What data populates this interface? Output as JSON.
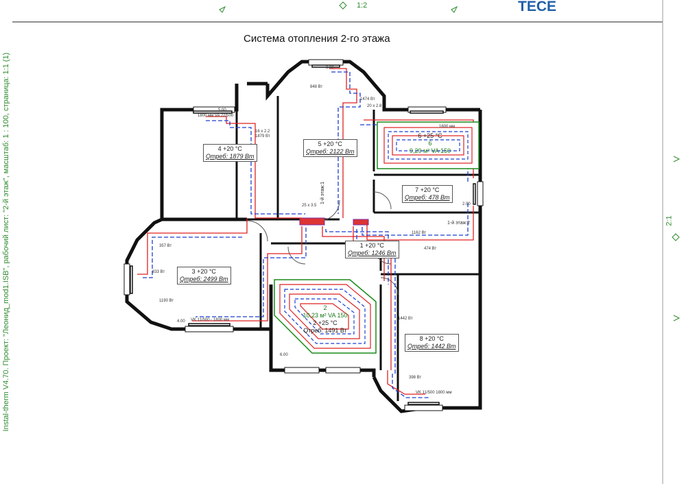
{
  "sidebar_text": "Instal-therm V4.70. Проект: \"Леонид_mod1.ISB\", рабочий лист: \"2-й этаж\", масштаб: 1 : 100, страница: 1:1 (1)",
  "top_scale": "1:2",
  "right_scale": "2:1",
  "logo": "TECE",
  "title": "Система отопления 2-го этажа",
  "rooms": [
    {
      "num_temp": "4 +20 °C",
      "need": "Qтреб: 1879 Вт"
    },
    {
      "num_temp": "5 +20 °C",
      "need": "Qтреб: 2122 Вт"
    },
    {
      "num_temp": "7 +20 °C",
      "need": "Qтреб: 478 Вт"
    },
    {
      "num_temp": "1 +20 °C",
      "need": "Qтреб: 1246 Вт"
    },
    {
      "num_temp": "3 +20 °C",
      "need": "Qтреб: 2499 Вт"
    },
    {
      "num_temp": "8 +20 °C",
      "need": "Qтреб: 1442 Вт"
    }
  ],
  "floor_zones": [
    {
      "temp": "6 +25 °C",
      "num": "6",
      "area": "9,29 м² VA 150"
    },
    {
      "num": "2",
      "area": "10,23 м² VA 150",
      "temp": "2 +25 °C",
      "need": "Qтреб: 1491 Вт"
    }
  ],
  "risers": [
    "1-й этаж:1",
    "1-й этаж:2"
  ],
  "small_labels": [
    "1800 мм VA 22/500",
    "1879 Вт",
    "16 x 2.2",
    "848 Вт",
    "1474 Вт",
    "20 x 2.8",
    "1600 мм",
    "25 x 3.5",
    "1162 Вт",
    "474 Вт",
    "357 Вт",
    "833 Вт",
    "1190 Вт",
    "VK 11/500 - 1800 мм",
    "1442 Вт",
    "398 Вт",
    "VK 11/500 1800 мм",
    "6.00",
    "3.00",
    "2.00",
    "4.00",
    "5.00"
  ]
}
